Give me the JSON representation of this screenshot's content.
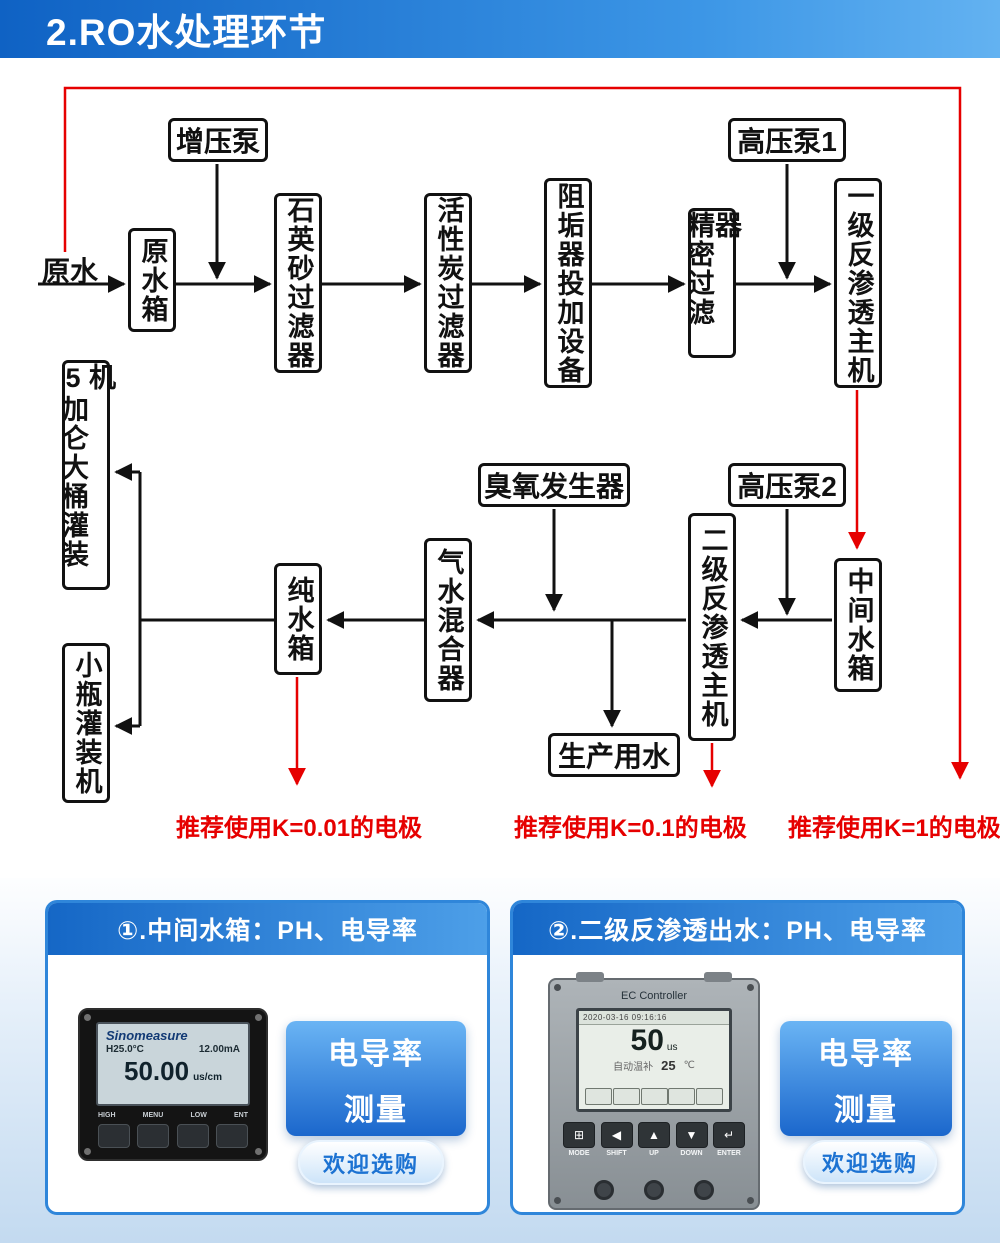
{
  "page": {
    "title_banner": "2.RO水处理环节"
  },
  "flowchart": {
    "source_label": "原水",
    "nodes": {
      "booster_pump": "增压泵",
      "hp_pump1": "高压泵1",
      "raw_water_tank": "原水箱",
      "quartz_sand_filter": "石英砂过滤器",
      "activated_carbon_filter": "活性炭过滤器",
      "antiscalant_dosing": "阻垢器投加设备",
      "precision_filter": "精密过滤器",
      "ro_stage1": "一级反渗透主机",
      "gallon_filler": "5加仑大桶灌装机",
      "ozone_generator": "臭氧发生器",
      "hp_pump2": "高压泵2",
      "ro_stage2": "二级反渗透主机",
      "mid_tank": "中间水箱",
      "gas_water_mixer": "气水混合器",
      "pure_tank": "纯水箱",
      "bottle_filler": "小瓶灌装机",
      "production_water": "生产用水"
    },
    "notes": {
      "k001": "推荐使用K=0.01的电极",
      "k01": "推荐使用K=0.1的电极",
      "k1": "推荐使用K=1的电极"
    }
  },
  "cards": {
    "card1": {
      "header": "①.中间水箱：PH、电导率",
      "promo_line1": "电导率",
      "promo_line2": "测量",
      "cta": "欢迎选购",
      "device": {
        "brand": "Sinomeasure",
        "temp": "H25.0°C",
        "current": "12.00mA",
        "value": "50.00",
        "unit": "us/cm",
        "buttons": [
          "HIGH",
          "MENU",
          "LOW",
          "ENT"
        ]
      }
    },
    "card2": {
      "header": "②.二级反渗透出水：PH、电导率",
      "promo_line1": "电导率",
      "promo_line2": "测量",
      "cta": "欢迎选购",
      "device": {
        "title": "EC Controller",
        "datetime": "2020-03-16 09:16:16",
        "value": "50",
        "unit": "us",
        "temp_label": "自动温补",
        "temp_value": "25",
        "temp_unit": "℃",
        "buttons": [
          "MODE",
          "SHIFT",
          "UP",
          "DOWN",
          "ENTER"
        ],
        "button_icons": [
          "⊞",
          "◀",
          "▲",
          "▼",
          "↵"
        ]
      }
    }
  }
}
